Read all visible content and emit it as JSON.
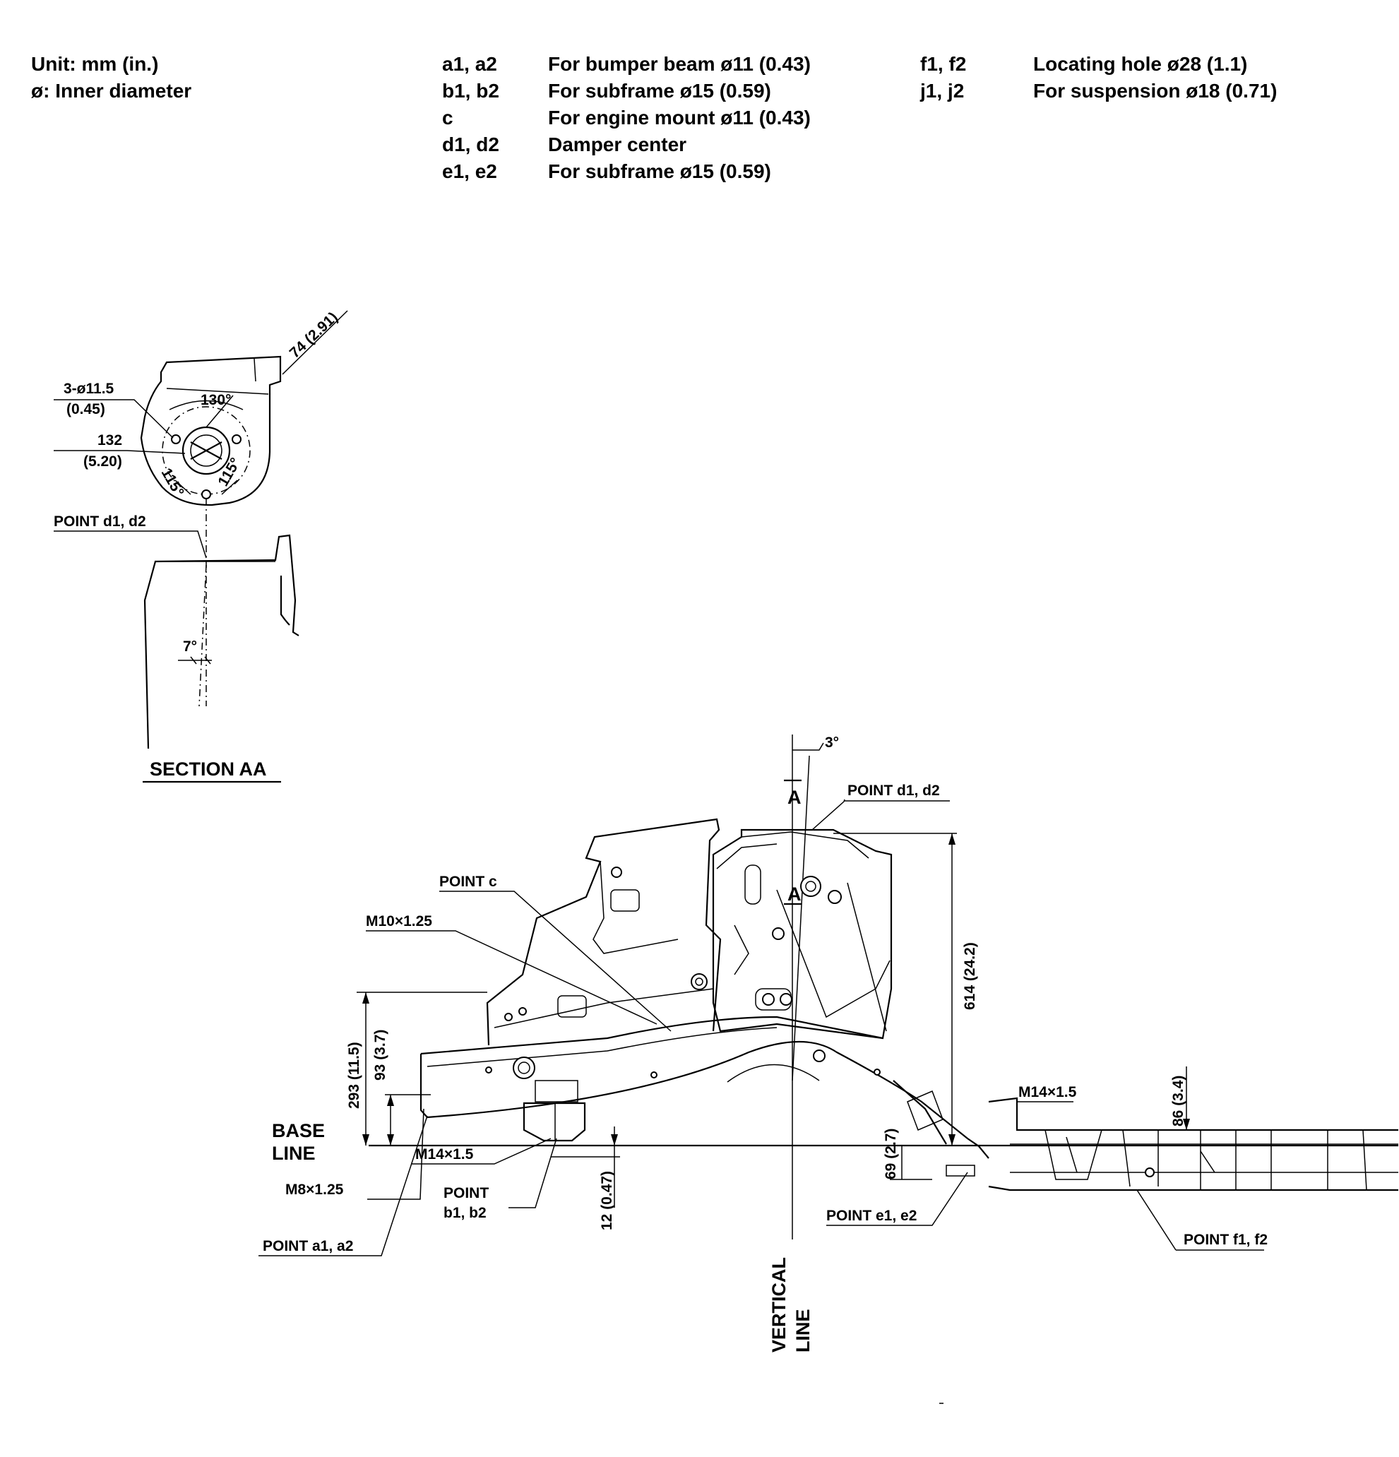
{
  "header": {
    "unit": "Unit: mm (in.)",
    "diameter_note": "ø: Inner diameter"
  },
  "legend": [
    {
      "code": "a1, a2",
      "desc": "For bumper beam ø11 (0.43)"
    },
    {
      "code": "b1, b2",
      "desc": "For subframe ø15 (0.59)"
    },
    {
      "code": "c",
      "desc": "For engine mount ø11 (0.43)"
    },
    {
      "code": "d1, d2",
      "desc": "Damper center"
    },
    {
      "code": "e1, e2",
      "desc": "For subframe ø15 (0.59)"
    }
  ],
  "legend2": [
    {
      "code": "f1, f2",
      "desc": "Locating hole ø28 (1.1)"
    },
    {
      "code": "j1, j2",
      "desc": "For suspension ø18 (0.71)"
    }
  ],
  "section": {
    "title": "SECTION AA",
    "dim_74": "74 (2.91)",
    "holes_top": "3-ø11.5",
    "holes_bottom": "(0.45)",
    "dim_132_top": "132",
    "dim_132_bottom": "(5.20)",
    "angle_130": "130°",
    "angle_115_left": "115°",
    "angle_115_right": "115°",
    "point_d": "POINT d1, d2",
    "angle_7": "7°"
  },
  "main": {
    "angle_3": "3°",
    "section_mark": "A",
    "point_d": "POINT d1, d2",
    "point_c": "POINT c",
    "m10": "M10×1.25",
    "dim_614": "614 (24.2)",
    "dim_293": "293 (11.5)",
    "dim_93": "93 (3.7)",
    "base_line_1": "BASE",
    "base_line_2": "LINE",
    "m14_left": "M14×1.5",
    "m8": "M8×1.25",
    "point_a": "POINT a1, a2",
    "point_b_1": "POINT",
    "point_b_2": "b1, b2",
    "dim_12": "12 (0.47)",
    "vertical_line_1": "VERTICAL",
    "vertical_line_2": "LINE",
    "m14_right": "M14×1.5",
    "dim_86": "86 (3.4)",
    "dim_69": "69 (2.7)",
    "point_e": "POINT e1, e2",
    "point_f": "POINT f1, f2"
  }
}
